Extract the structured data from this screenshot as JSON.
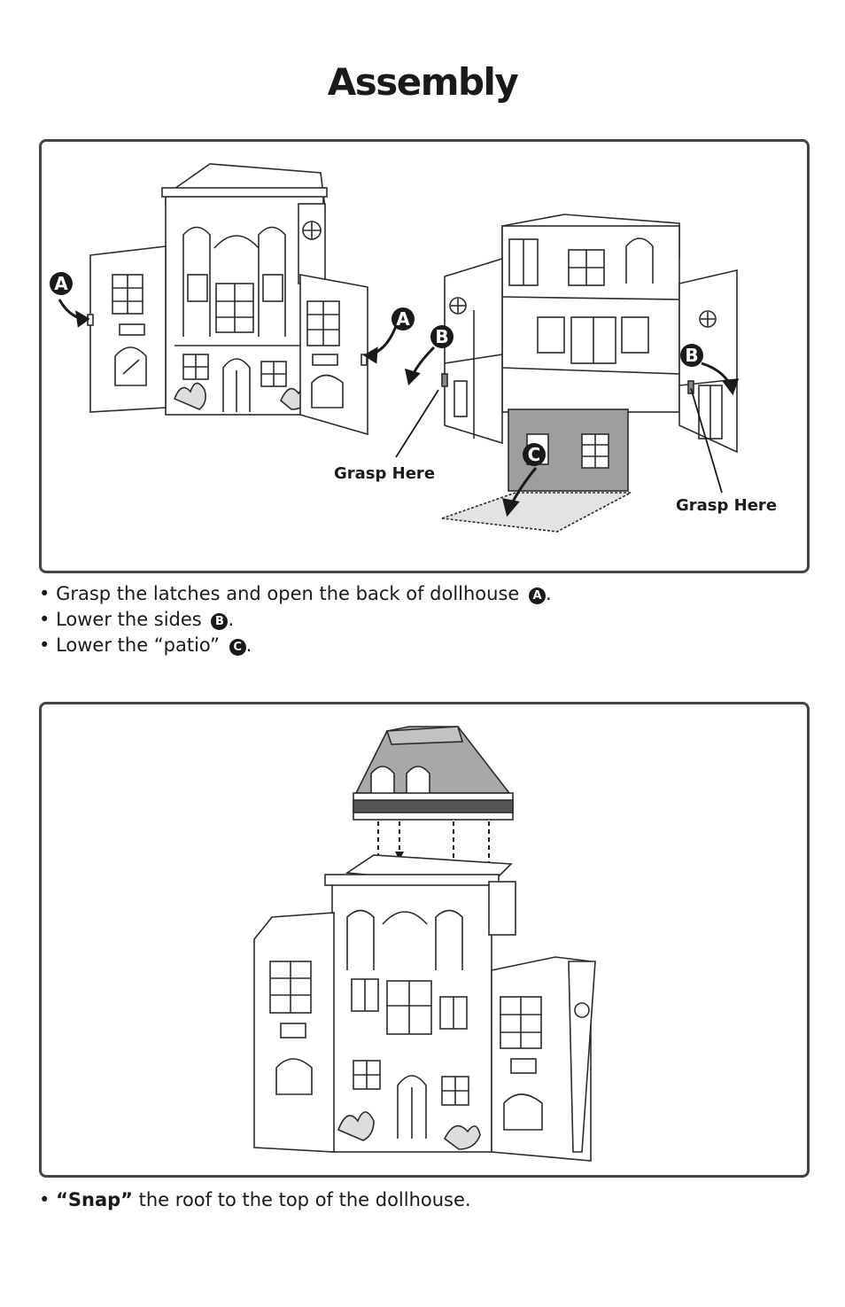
{
  "page": {
    "title": "Assembly"
  },
  "step1": {
    "labels": {
      "grasp_left": "Grasp Here",
      "grasp_right": "Grasp Here",
      "badge_a": "A",
      "badge_b": "B",
      "badge_c": "C"
    },
    "bullets": [
      {
        "prefix": "• ",
        "text": "Grasp the latches and open the back of dollhouse ",
        "badge": "A",
        "suffix": "."
      },
      {
        "prefix": "• ",
        "text": "Lower the sides ",
        "badge": "B",
        "suffix": "."
      },
      {
        "prefix": "• ",
        "text": "Lower the “patio” ",
        "badge": "C",
        "suffix": "."
      }
    ]
  },
  "step2": {
    "bullet": {
      "prefix": "• ",
      "bold": "“Snap”",
      "text": " the roof to the top of the dollhouse."
    }
  },
  "colors": {
    "line": "#2b2b2b",
    "panel_border": "#444444",
    "shade": "#9e9e9e",
    "patio": "#e3e3e3"
  }
}
